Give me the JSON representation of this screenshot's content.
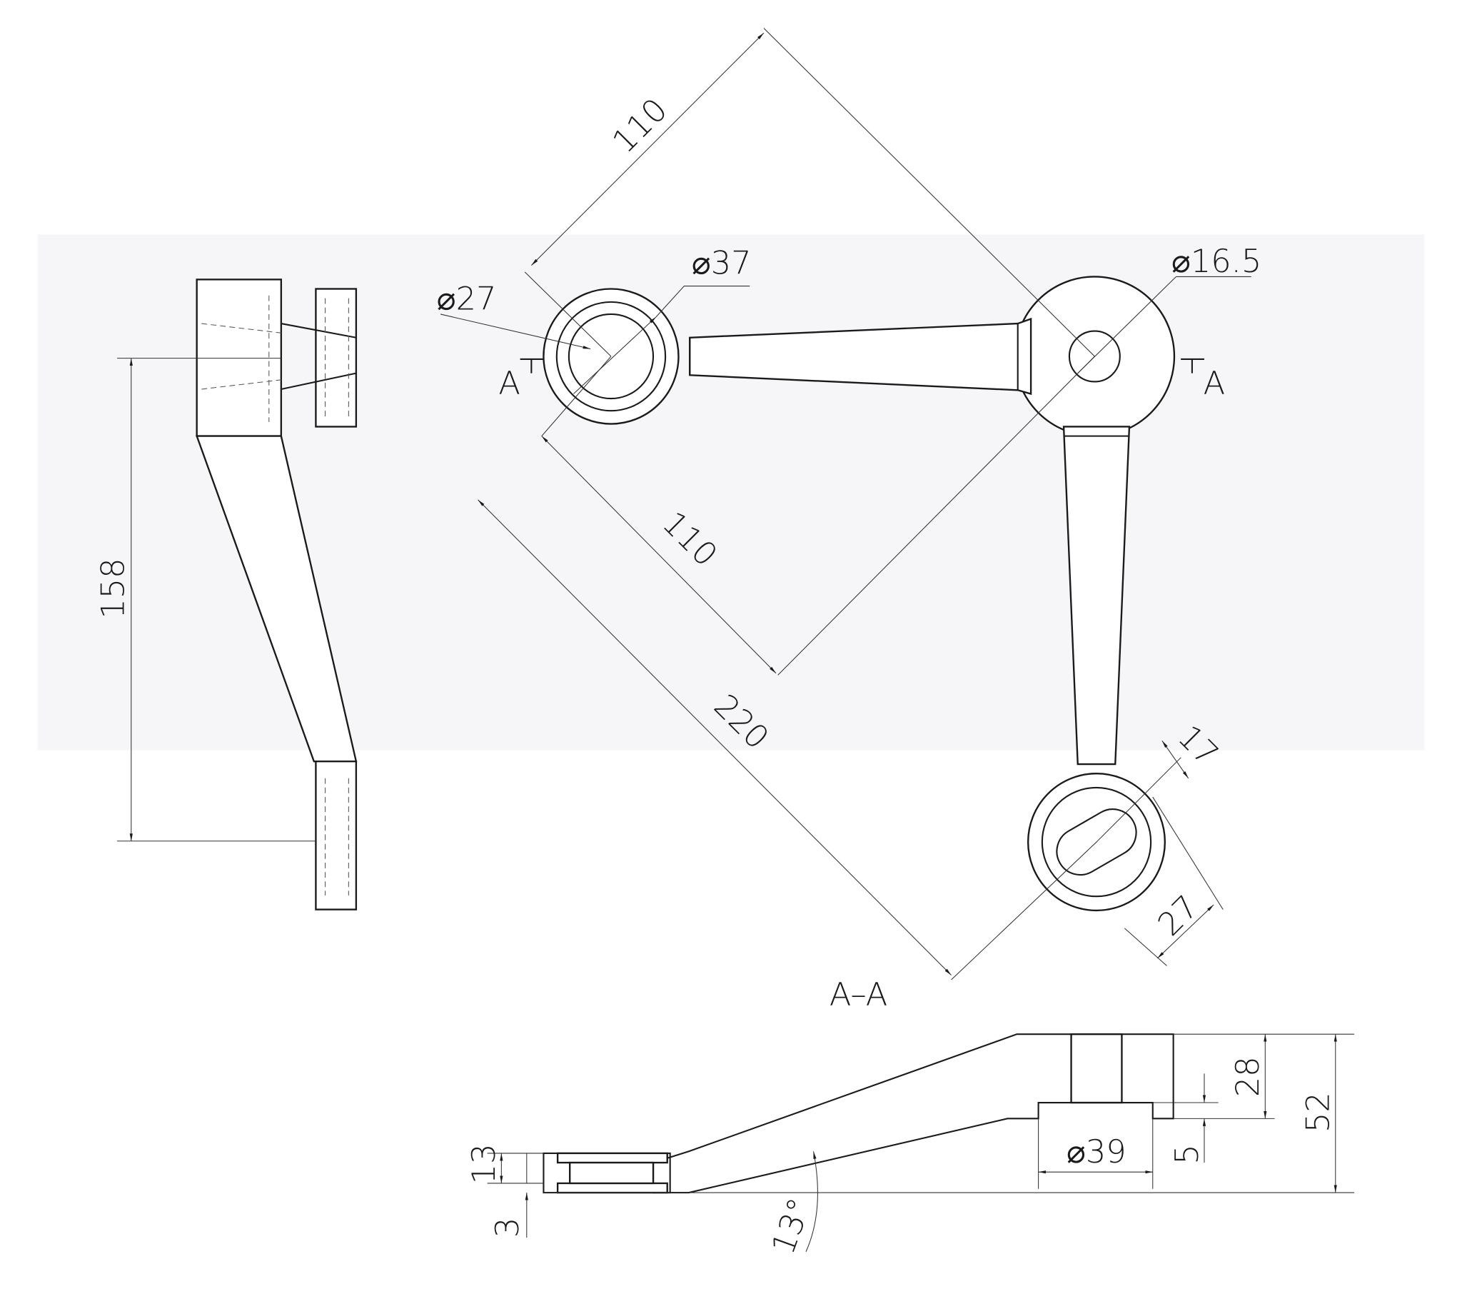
{
  "side_view": {
    "dim_height": "158"
  },
  "top_view": {
    "dim_top_spacing": "110",
    "dim_diag_spacing": "110",
    "dim_overall": "220",
    "dia_outer_ring": "⌀37",
    "dia_inner_ring": "⌀27",
    "dia_hub_hole": "⌀16.5",
    "dim_slot_width": "17",
    "dim_slot_ring": "27",
    "section_mark_left": "A",
    "section_mark_right": "A"
  },
  "section_view": {
    "title": "A–A",
    "dim_bore_depth": "28",
    "dim_total_height": "52",
    "dim_recess_depth": "5",
    "dia_recess": "⌀39",
    "dim_pad_thickness": "13",
    "dim_offset": "3",
    "angle": "13°"
  },
  "colors": {
    "line": "#1a1a1a",
    "background": "#ffffff"
  }
}
